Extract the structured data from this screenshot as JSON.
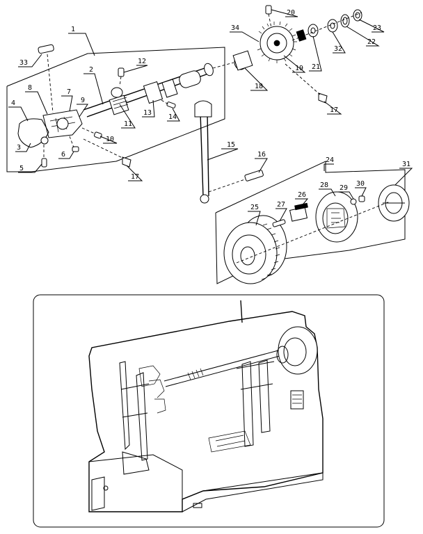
{
  "callouts": [
    {
      "key": "c1",
      "num": "1"
    },
    {
      "key": "c2",
      "num": "2"
    },
    {
      "key": "c3",
      "num": "3"
    },
    {
      "key": "c4",
      "num": "4"
    },
    {
      "key": "c5",
      "num": "5"
    },
    {
      "key": "c6",
      "num": "6"
    },
    {
      "key": "c7",
      "num": "7"
    },
    {
      "key": "c8",
      "num": "8"
    },
    {
      "key": "c9",
      "num": "9"
    },
    {
      "key": "c10",
      "num": "10"
    },
    {
      "key": "c11",
      "num": "11"
    },
    {
      "key": "c12",
      "num": "12"
    },
    {
      "key": "c13",
      "num": "13"
    },
    {
      "key": "c14",
      "num": "14"
    },
    {
      "key": "c15",
      "num": "15"
    },
    {
      "key": "c16",
      "num": "16"
    },
    {
      "key": "c17a",
      "num": "17"
    },
    {
      "key": "c17b",
      "num": "17"
    },
    {
      "key": "c18",
      "num": "18"
    },
    {
      "key": "c19",
      "num": "19"
    },
    {
      "key": "c20",
      "num": "20"
    },
    {
      "key": "c21",
      "num": "21"
    },
    {
      "key": "c22",
      "num": "22"
    },
    {
      "key": "c23",
      "num": "23"
    },
    {
      "key": "c24",
      "num": "24"
    },
    {
      "key": "c25",
      "num": "25"
    },
    {
      "key": "c26",
      "num": "26"
    },
    {
      "key": "c27",
      "num": "27"
    },
    {
      "key": "c28",
      "num": "28"
    },
    {
      "key": "c29",
      "num": "29"
    },
    {
      "key": "c30",
      "num": "30"
    },
    {
      "key": "c31",
      "num": "31"
    },
    {
      "key": "c32",
      "num": "32"
    },
    {
      "key": "c33",
      "num": "33"
    },
    {
      "key": "c34",
      "num": "34"
    }
  ],
  "colors": {
    "line": "#000000",
    "background": "#ffffff"
  }
}
